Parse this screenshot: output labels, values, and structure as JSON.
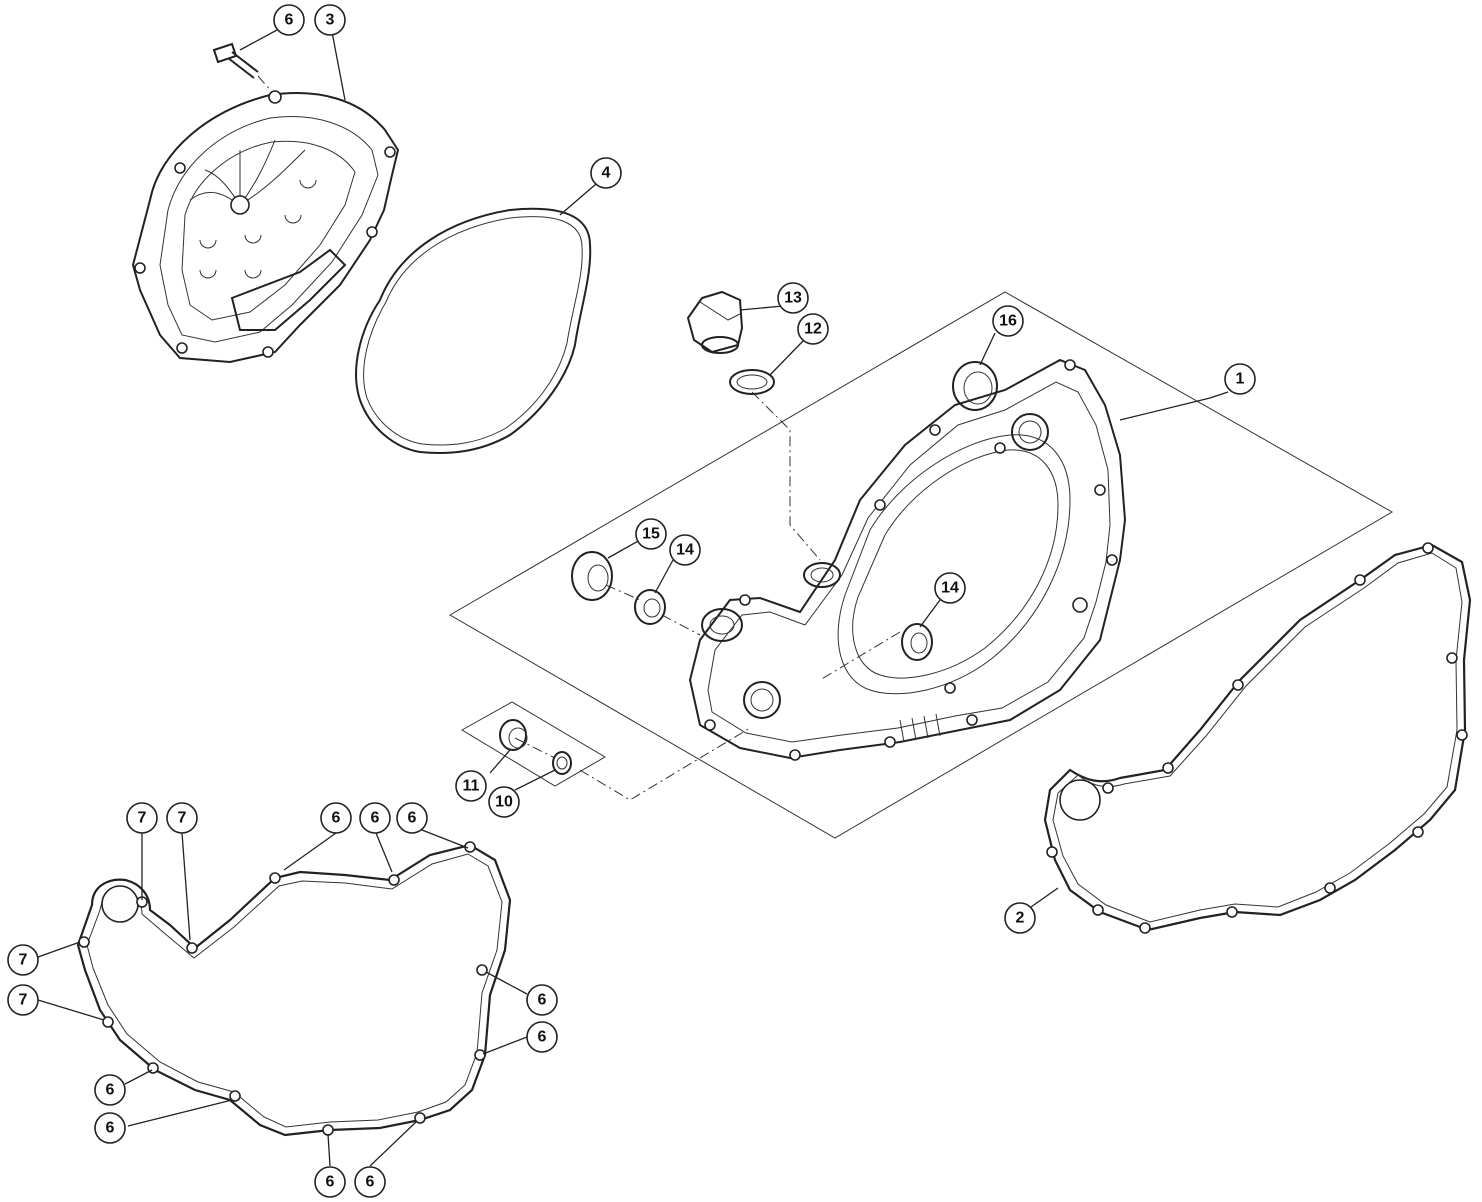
{
  "callouts": [
    {
      "id": "c-1",
      "label": "1"
    },
    {
      "id": "c-2",
      "label": "2"
    },
    {
      "id": "c-3",
      "label": "3"
    },
    {
      "id": "c-4",
      "label": "4"
    },
    {
      "id": "c-6a",
      "label": "6"
    },
    {
      "id": "c-10",
      "label": "10"
    },
    {
      "id": "c-11",
      "label": "11"
    },
    {
      "id": "c-12",
      "label": "12"
    },
    {
      "id": "c-13",
      "label": "13"
    },
    {
      "id": "c-14a",
      "label": "14"
    },
    {
      "id": "c-14b",
      "label": "14"
    },
    {
      "id": "c-15",
      "label": "15"
    },
    {
      "id": "c-16",
      "label": "16"
    },
    {
      "id": "c-7a",
      "label": "7"
    },
    {
      "id": "c-7b",
      "label": "7"
    },
    {
      "id": "c-7c",
      "label": "7"
    },
    {
      "id": "c-7d",
      "label": "7"
    },
    {
      "id": "c-6b",
      "label": "6"
    },
    {
      "id": "c-6c",
      "label": "6"
    },
    {
      "id": "c-6d",
      "label": "6"
    },
    {
      "id": "c-6e",
      "label": "6"
    },
    {
      "id": "c-6f",
      "label": "6"
    },
    {
      "id": "c-6g",
      "label": "6"
    },
    {
      "id": "c-6h",
      "label": "6"
    },
    {
      "id": "c-6i",
      "label": "6"
    },
    {
      "id": "c-6j",
      "label": "6"
    }
  ]
}
